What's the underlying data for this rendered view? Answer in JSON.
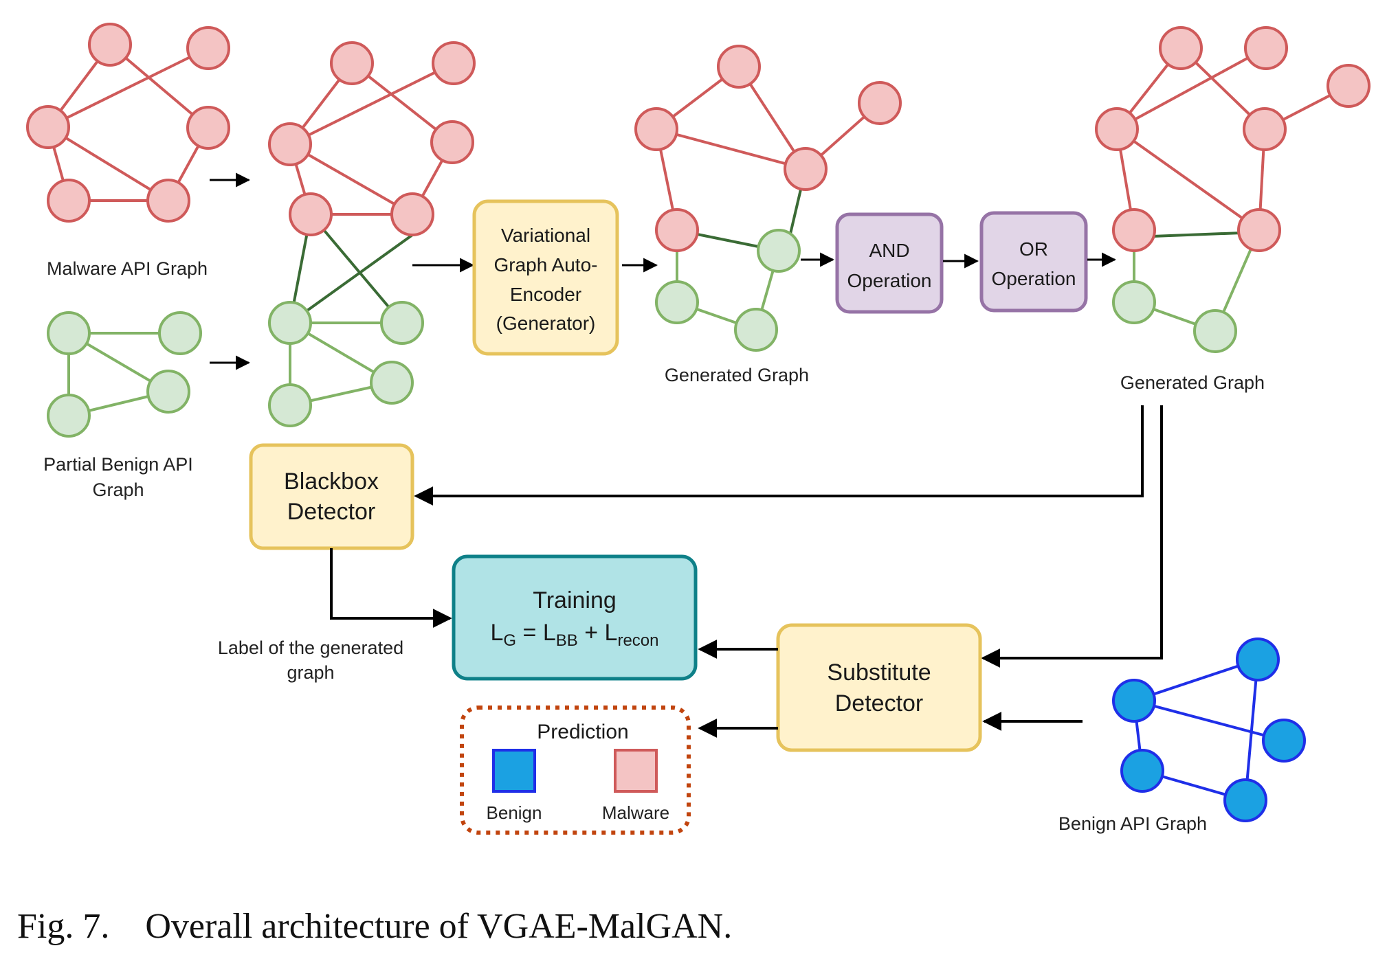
{
  "labels": {
    "malware_graph": "Malware API Graph",
    "partial_benign_line1": "Partial Benign API",
    "partial_benign_line2": "Graph",
    "generated_graph_1": "Generated Graph",
    "generated_graph_2": "Generated Graph",
    "label_generated_line1": "Label of the generated",
    "label_generated_line2": "graph",
    "benign_api_graph": "Benign API Graph"
  },
  "boxes": {
    "vgae": [
      "Variational",
      "Graph Auto-",
      "Encoder",
      "(Generator)"
    ],
    "and_op": [
      "AND",
      "Operation"
    ],
    "or_op": [
      "OR",
      "Operation"
    ],
    "blackbox": [
      "Blackbox",
      "Detector"
    ],
    "substitute": [
      "Substitute",
      "Detector"
    ],
    "training_title": "Training",
    "loss": {
      "lhs": "L",
      "lhs_sub": "G",
      "eq": " = ",
      "t1": "L",
      "t1_sub": "BB",
      "plus": " + ",
      "t2": "L",
      "t2_sub": "recon"
    }
  },
  "prediction": {
    "title": "Prediction",
    "benign": "Benign",
    "malware": "Malware"
  },
  "caption": "Fig. 7.    Overall architecture of VGAE-MalGAN.",
  "colors": {
    "malware_fill": "#f4c4c4",
    "malware_stroke": "#cf5a5a",
    "benign_fill": "#d5e8d4",
    "benign_stroke": "#82b366",
    "cross_edge": "#3a6b35",
    "blue_fill": "#1ba1e2",
    "blue_stroke": "#1f2fe8",
    "yellow_fill": "#fff2cc",
    "yellow_stroke": "#e6c35c",
    "purple_fill": "#e1d5e7",
    "purple_stroke": "#9673a6",
    "teal_fill": "#b0e3e6",
    "teal_stroke": "#0e8088",
    "prediction_border": "#c1440e"
  }
}
